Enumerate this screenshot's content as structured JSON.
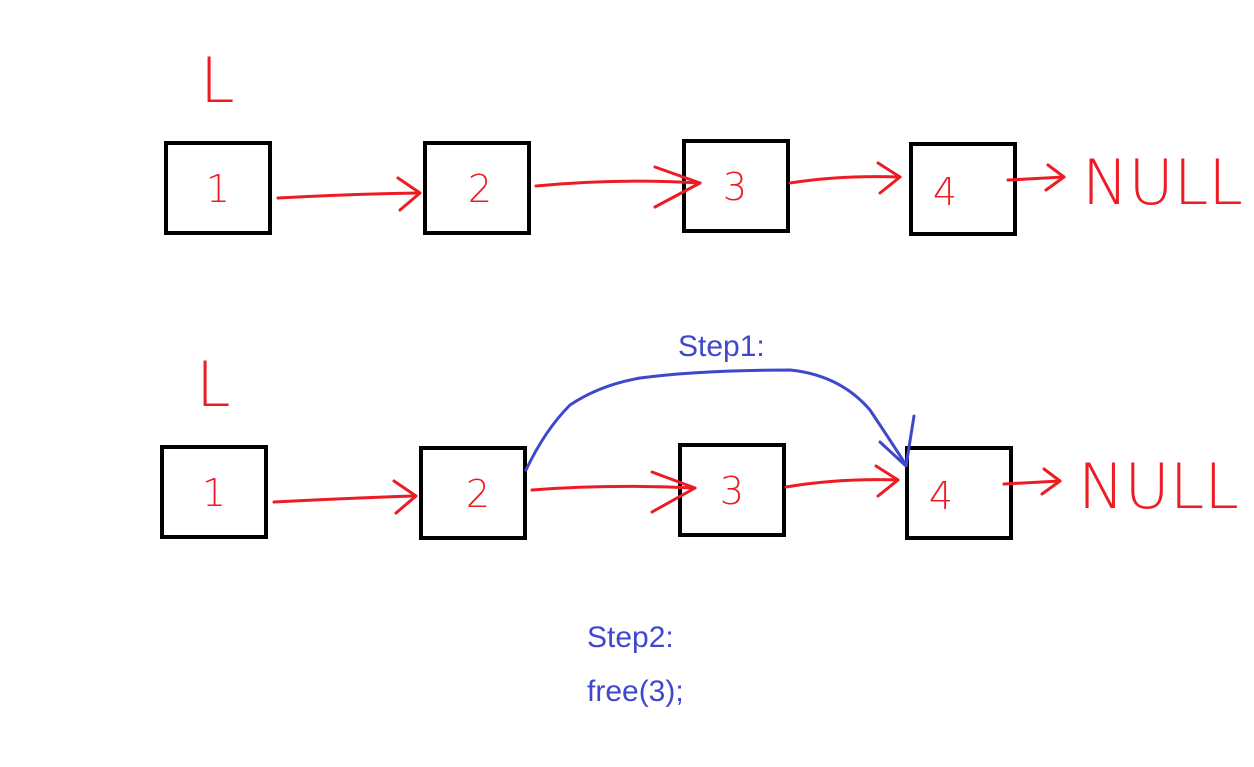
{
  "colors": {
    "pointer": "#ed1c24",
    "annotation": "#3f48cc",
    "node_border": "#000000"
  },
  "top_list": {
    "head_label": "L",
    "nodes": [
      "1",
      "2",
      "3",
      "4"
    ],
    "terminator": "NULL"
  },
  "bottom_list": {
    "head_label": "L",
    "nodes": [
      "1",
      "2",
      "3",
      "4"
    ],
    "terminator": "NULL"
  },
  "annotations": {
    "step1": "Step1:",
    "step2": "Step2:",
    "step2_code": "free(3);"
  }
}
